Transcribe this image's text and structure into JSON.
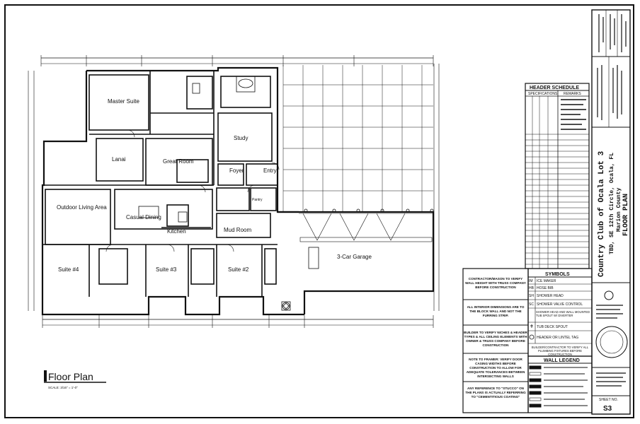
{
  "drawing": {
    "title": "Floor Plan",
    "scale": "SCALE: 3/16\" = 1'-0\"",
    "rooms": {
      "master_suite": "Master Suite",
      "lanai": "Lanai",
      "great_room": "Great Room",
      "study": "Study",
      "foyer": "Foyer",
      "entry": "Entry",
      "outdoor_living": "Outdoor Living Area",
      "casual_dining": "Casual Dining",
      "kitchen": "Kitchen",
      "mud_room": "Mud Room",
      "pantry": "Pantry",
      "garage": "3-Car Garage",
      "suite4": "Suite #4",
      "suite3": "Suite #3",
      "suite2": "Suite #2"
    }
  },
  "header_schedule": {
    "title": "HEADER SCHEDULE",
    "col_specs": "SPECIFICATIONS",
    "col_remarks": "REMARKS"
  },
  "title_block": {
    "project": "Country Club of Ocala Lot 3",
    "address": "TBD, SE 12th Circle, Ocala, FL",
    "county": "Marion County",
    "sheet_title": "FLOOR PLAN",
    "sheet_no_label": "SHEET NO.",
    "sheet_no": "S3"
  },
  "notes": {
    "n1": "CONTRACTOR/MASON TO VERIFY WALL HEIGHT WITH TRUSS COMPANY BEFORE CONSTRUCTION",
    "n2": "ALL INTERIOR DIMENSIONS ARE TO THE BLOCK WALL AND NOT THE FURRING STRIP.",
    "n3": "BUILDER TO VERIFY NICHES & HEADER TYPES & ALL CEILING ELEMENTS WITH OWNER & TRUSS COMPANY BEFORE CONSTRUCTION",
    "n4": "NOTE TO FRAMER: VERIFY DOOR CASING WIDTHS BEFORE CONSTRUCTION TO ALLOW FOR ADEQUATE TOLERANCES BETWEEN INTERSECTING WALLS",
    "n5": "ANY REFERENCE TO \"STUCCO\" ON THE PLANS IS ACTUALLY REFERRING TO \"CEMENTITIOUS COATING\""
  },
  "symbols": {
    "title": "SYMBOLS",
    "items": [
      {
        "code": "IM",
        "label": "ICE MAKER"
      },
      {
        "code": "HB",
        "label": "HOSE BIB"
      },
      {
        "code": "SH",
        "label": "SHOWER HEAD"
      },
      {
        "code": "SC",
        "label": "SHOWER VALVE CONTROL"
      },
      {
        "code": "",
        "label": "SHOWER HEAD AND WALL MOUNTED TUB SPOUT W/ DIVERTER"
      },
      {
        "code": "",
        "label": "TUB DECK SPOUT"
      },
      {
        "code": "",
        "label": "HEADER OR LINTEL TAG"
      },
      {
        "code": "",
        "label": "BUILDER/CONTRACTOR TO VERIFY ALL PLUMBING FIXTURES BEFORE CONSTRUCTION"
      }
    ]
  },
  "wall_legend": {
    "title": "WALL LEGEND"
  }
}
